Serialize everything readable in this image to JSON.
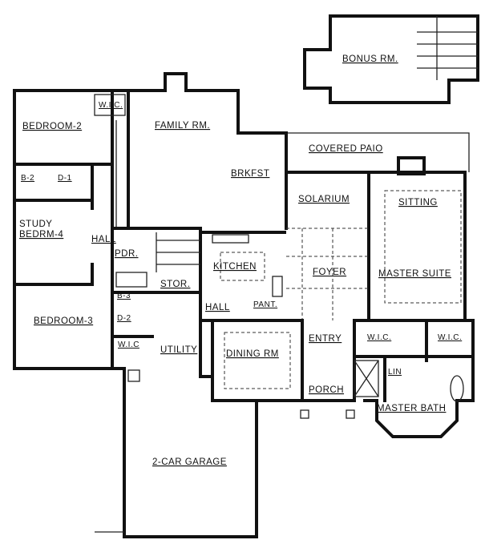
{
  "rooms": {
    "bonus": "BONUS RM.",
    "wic_top": "W.I.C.",
    "bedroom2": "BEDROOM-2",
    "family": "FAMILY RM.",
    "covered_patio": "COVERED PAIO",
    "brkfst": "BRKFST",
    "solarium": "SOLARIUM",
    "sitting": "SITTING",
    "b2": "B-2",
    "d1": "D-1",
    "study1": "STUDY",
    "study2": "BEDRM-4",
    "hall1": "HALL",
    "pdr": "PDR.",
    "kitchen": "KITCHEN",
    "foyer": "FOYER",
    "master_suite": "MASTER SUITE",
    "stor": "STOR.",
    "b3": "B-3",
    "d2": "D-2",
    "hall2": "HALL",
    "pant": "PANT.",
    "bedroom3": "BEDROOM-3",
    "wic_left": "W.I.C",
    "utility": "UTILITY",
    "dining": "DINING RM",
    "entry": "ENTRY",
    "wic_m1": "W.I.C.",
    "wic_m2": "W.I.C.",
    "lin": "LIN",
    "porch": "PORCH",
    "master_bath": "MASTER BATH",
    "garage": "2-CAR GARAGE"
  }
}
